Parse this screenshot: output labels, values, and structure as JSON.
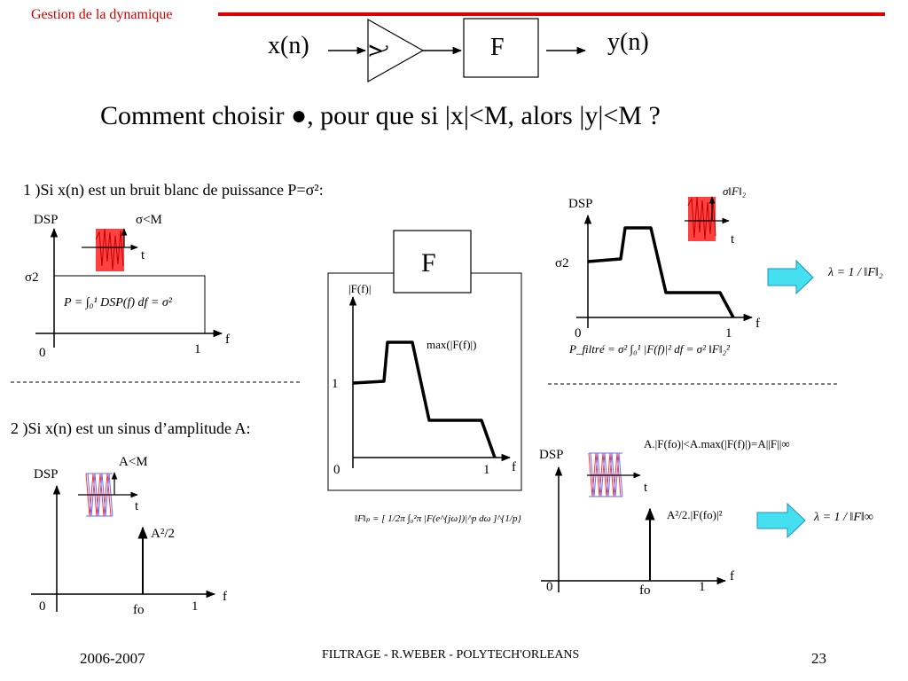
{
  "header": {
    "title": "Gestion de la dynamique",
    "accent": "#e00000"
  },
  "signal_chain": {
    "input": "x(n)",
    "gain_symbol": "λ",
    "filter": "F",
    "output": "y(n)"
  },
  "question": "Comment choisir ●, pour que si |x|<M, alors |y|<M ?",
  "case1": {
    "heading": "1 )Si x(n) est un bruit blanc de puissance P=σ²:",
    "plot_left": {
      "ylabel": "DSP",
      "level": "σ2",
      "xlabel": "f",
      "x0": "0",
      "x1": "1",
      "inset_label": "σ<M",
      "inset_t": "t",
      "formula": "P = ∫₀¹ DSP(f) df = σ²"
    },
    "plot_right": {
      "ylabel": "DSP",
      "level": "σ2",
      "xlabel": "f",
      "x0": "0",
      "x1": "1",
      "inset_label": "σ‖F‖₂",
      "inset_t": "t",
      "formula": "P_filtré = σ² ∫₀¹ |F(f)|² df = σ² ‖F‖₂²"
    },
    "result": "λ = 1 / ‖F‖₂"
  },
  "filter_plot": {
    "box": "F",
    "ylabel": "|F(f)|",
    "max_label": "max(|F(f)|)",
    "y1": "1",
    "x0": "0",
    "x1": "1",
    "xlabel": "f",
    "norm_formula": "‖F‖ₚ = [ 1/2π ∫₀²π |F(e^{jω})|^p dω ]^{1/p}"
  },
  "case2": {
    "heading": "2 )Si x(n) est un sinus d’amplitude A:",
    "plot_left": {
      "ylabel": "DSP",
      "inset_label": "A<M",
      "inset_t": "t",
      "peak": "A²/2",
      "xlabel": "f",
      "x0": "0",
      "x1": "1",
      "fo": "fo"
    },
    "plot_right": {
      "ylabel": "DSP",
      "top_note": "A.|F(fo)|<A.max(|F(f)|)=A||F||∞",
      "inset_t": "t",
      "peak": "A²/2.|F(fo)|²",
      "xlabel": "f",
      "x0": "0",
      "x1": "1",
      "fo": "fo"
    },
    "result": "λ = 1 / ‖F‖∞"
  },
  "footer": {
    "year": "2006-2007",
    "course": "FILTRAGE  - R.WEBER - POLYTECH'ORLEANS",
    "page": "23"
  },
  "colors": {
    "noise": "#ff0000",
    "sine_red": "#ff3030",
    "sine_blue": "#6a6aff",
    "arrow_fill": "#44e0f0"
  }
}
